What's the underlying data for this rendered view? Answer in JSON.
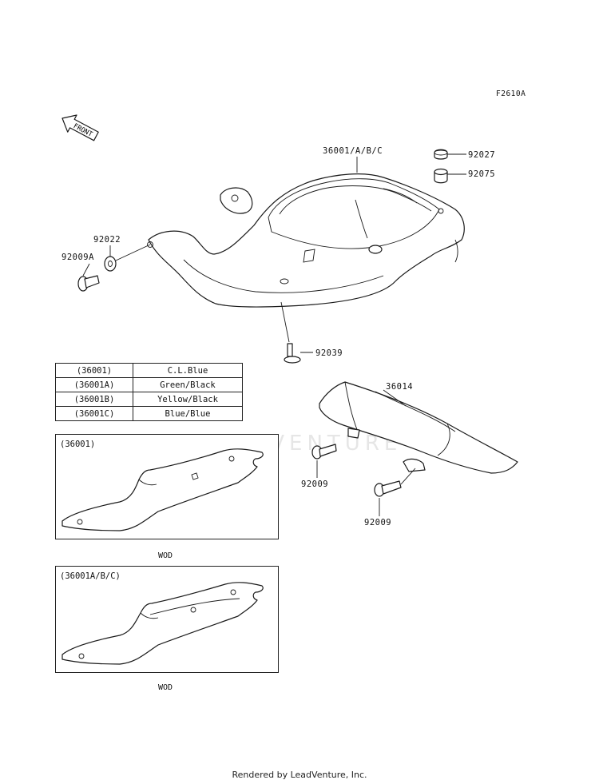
{
  "figure_code": "F2610A",
  "front_arrow_label": "FRONT",
  "parts": {
    "p36001": "36001/A/B/C",
    "p92027": "92027",
    "p92075": "92075",
    "p92022": "92022",
    "p92009A": "92009A",
    "p92039": "92039",
    "p36014": "36014",
    "p92009_a": "92009",
    "p92009_b": "92009"
  },
  "color_table": [
    {
      "code": "(36001)",
      "color": "C.L.Blue"
    },
    {
      "code": "(36001A)",
      "color": "Green/Black"
    },
    {
      "code": "(36001B)",
      "color": "Yellow/Black"
    },
    {
      "code": "(36001C)",
      "color": "Blue/Blue"
    }
  ],
  "insets": [
    {
      "title": "(36001)",
      "caption": "WOD"
    },
    {
      "title": "(36001A/B/C)",
      "caption": "WOD"
    }
  ],
  "watermark": "LEADVENTURE",
  "footer": "Rendered by LeadVenture, Inc."
}
